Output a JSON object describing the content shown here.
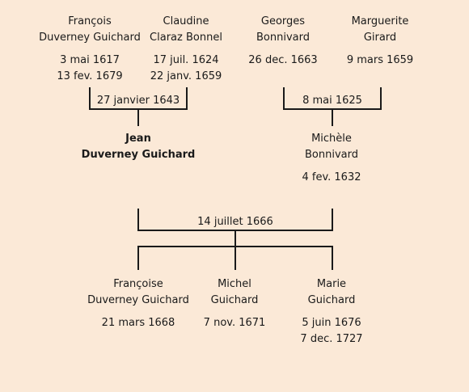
{
  "grandparents": [
    {
      "first": "François",
      "last": "Duverney Guichard",
      "birth": "3 mai 1617",
      "death": "13 fev. 1679"
    },
    {
      "first": "Claudine",
      "last": "Claraz Bonnel",
      "birth": "17 juil. 1624",
      "death": "22 janv. 1659"
    },
    {
      "first": "Georges",
      "last": "Bonnivard",
      "birth": "26 dec. 1663",
      "death": ""
    },
    {
      "first": "Marguerite",
      "last": "Girard",
      "birth": "",
      "death": "9 mars 1659"
    }
  ],
  "marriages": {
    "paternal": "27 janvier 1643",
    "maternal": "8 mai 1625",
    "parents": "14 juillet 1666"
  },
  "parents": [
    {
      "first": "Jean",
      "last": "Duverney Guichard",
      "birth": ""
    },
    {
      "first": "Michèle",
      "last": "Bonnivard",
      "birth": "4 fev. 1632"
    }
  ],
  "children": [
    {
      "first": "Françoise",
      "last": "Duverney Guichard",
      "birth": "21 mars 1668",
      "death": ""
    },
    {
      "first": "Michel",
      "last": "Guichard",
      "birth": "7 nov. 1671",
      "death": ""
    },
    {
      "first": "Marie",
      "last": "Guichard",
      "birth": "5 juin 1676",
      "death": "7 dec. 1727"
    }
  ]
}
